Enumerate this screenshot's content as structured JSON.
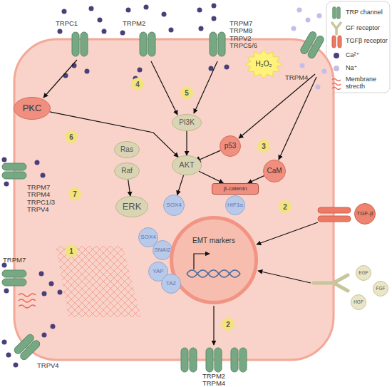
{
  "diagram": {
    "nodes": [
      {
        "text": [
          "H₂O₂"
        ]
      },
      {
        "text": [
          "PKC"
        ]
      },
      {
        "text": [
          "PI3K"
        ]
      },
      {
        "text": [
          "p53"
        ]
      },
      {
        "text": [
          "CaM"
        ]
      },
      {
        "text": [
          "Ras"
        ]
      },
      {
        "text": [
          "AKT"
        ]
      },
      {
        "text": [
          "Raf"
        ]
      },
      {
        "text": [
          "ERK"
        ]
      },
      {
        "text": [
          "SOX4"
        ]
      },
      {
        "text": [
          "β-catenin"
        ]
      },
      {
        "text": [
          "HIF1α"
        ]
      },
      {
        "text": [
          "TGF-β"
        ]
      },
      {
        "text": [
          "SOX4"
        ]
      },
      {
        "text": [
          "SNAI2"
        ]
      },
      {
        "text": [
          "EMT markers"
        ]
      },
      {
        "text": [
          "YAP"
        ]
      },
      {
        "text": [
          "TAZ"
        ]
      },
      {
        "text": [
          "EGF"
        ]
      },
      {
        "text": [
          "FGF"
        ]
      },
      {
        "text": [
          "HGF"
        ]
      }
    ],
    "edges": [
      {
        "from": 1,
        "to": 6,
        "arrow": "to"
      },
      {
        "from": 2,
        "to": 6,
        "arrow": "to"
      },
      {
        "from": 3,
        "to": 6,
        "arrow": "to"
      },
      {
        "from": 6,
        "to": 9,
        "arrow": "to"
      },
      {
        "from": 6,
        "to": 10,
        "arrow": "to"
      },
      {
        "from": 4,
        "to": 10,
        "arrow": "to"
      },
      {
        "from": 7,
        "to": 8,
        "arrow": "to"
      }
    ],
    "labels": [
      "TRPC1",
      "TRPM2",
      "TRPM7 TRPM8 TRPV2 TRPC5/6",
      "TRPM4",
      "TRPM7 TRPM4 TRPC1/3 TRPV4",
      "TRPM7",
      "TRPV4",
      "TRPM2 TRPM4",
      "1",
      "2",
      "2",
      "3",
      "4",
      "5",
      "6",
      "7"
    ],
    "legend": [
      {
        "text": "TRP channel"
      },
      {
        "text": "GF receptor"
      },
      {
        "text": "TGFβ receptor"
      },
      {
        "text": "Ca²⁺",
        "color": "#4a3f7a"
      },
      {
        "text": "Na⁺",
        "color": "#c5bde8"
      },
      {
        "text": "Membrane strecth"
      }
    ]
  }
}
